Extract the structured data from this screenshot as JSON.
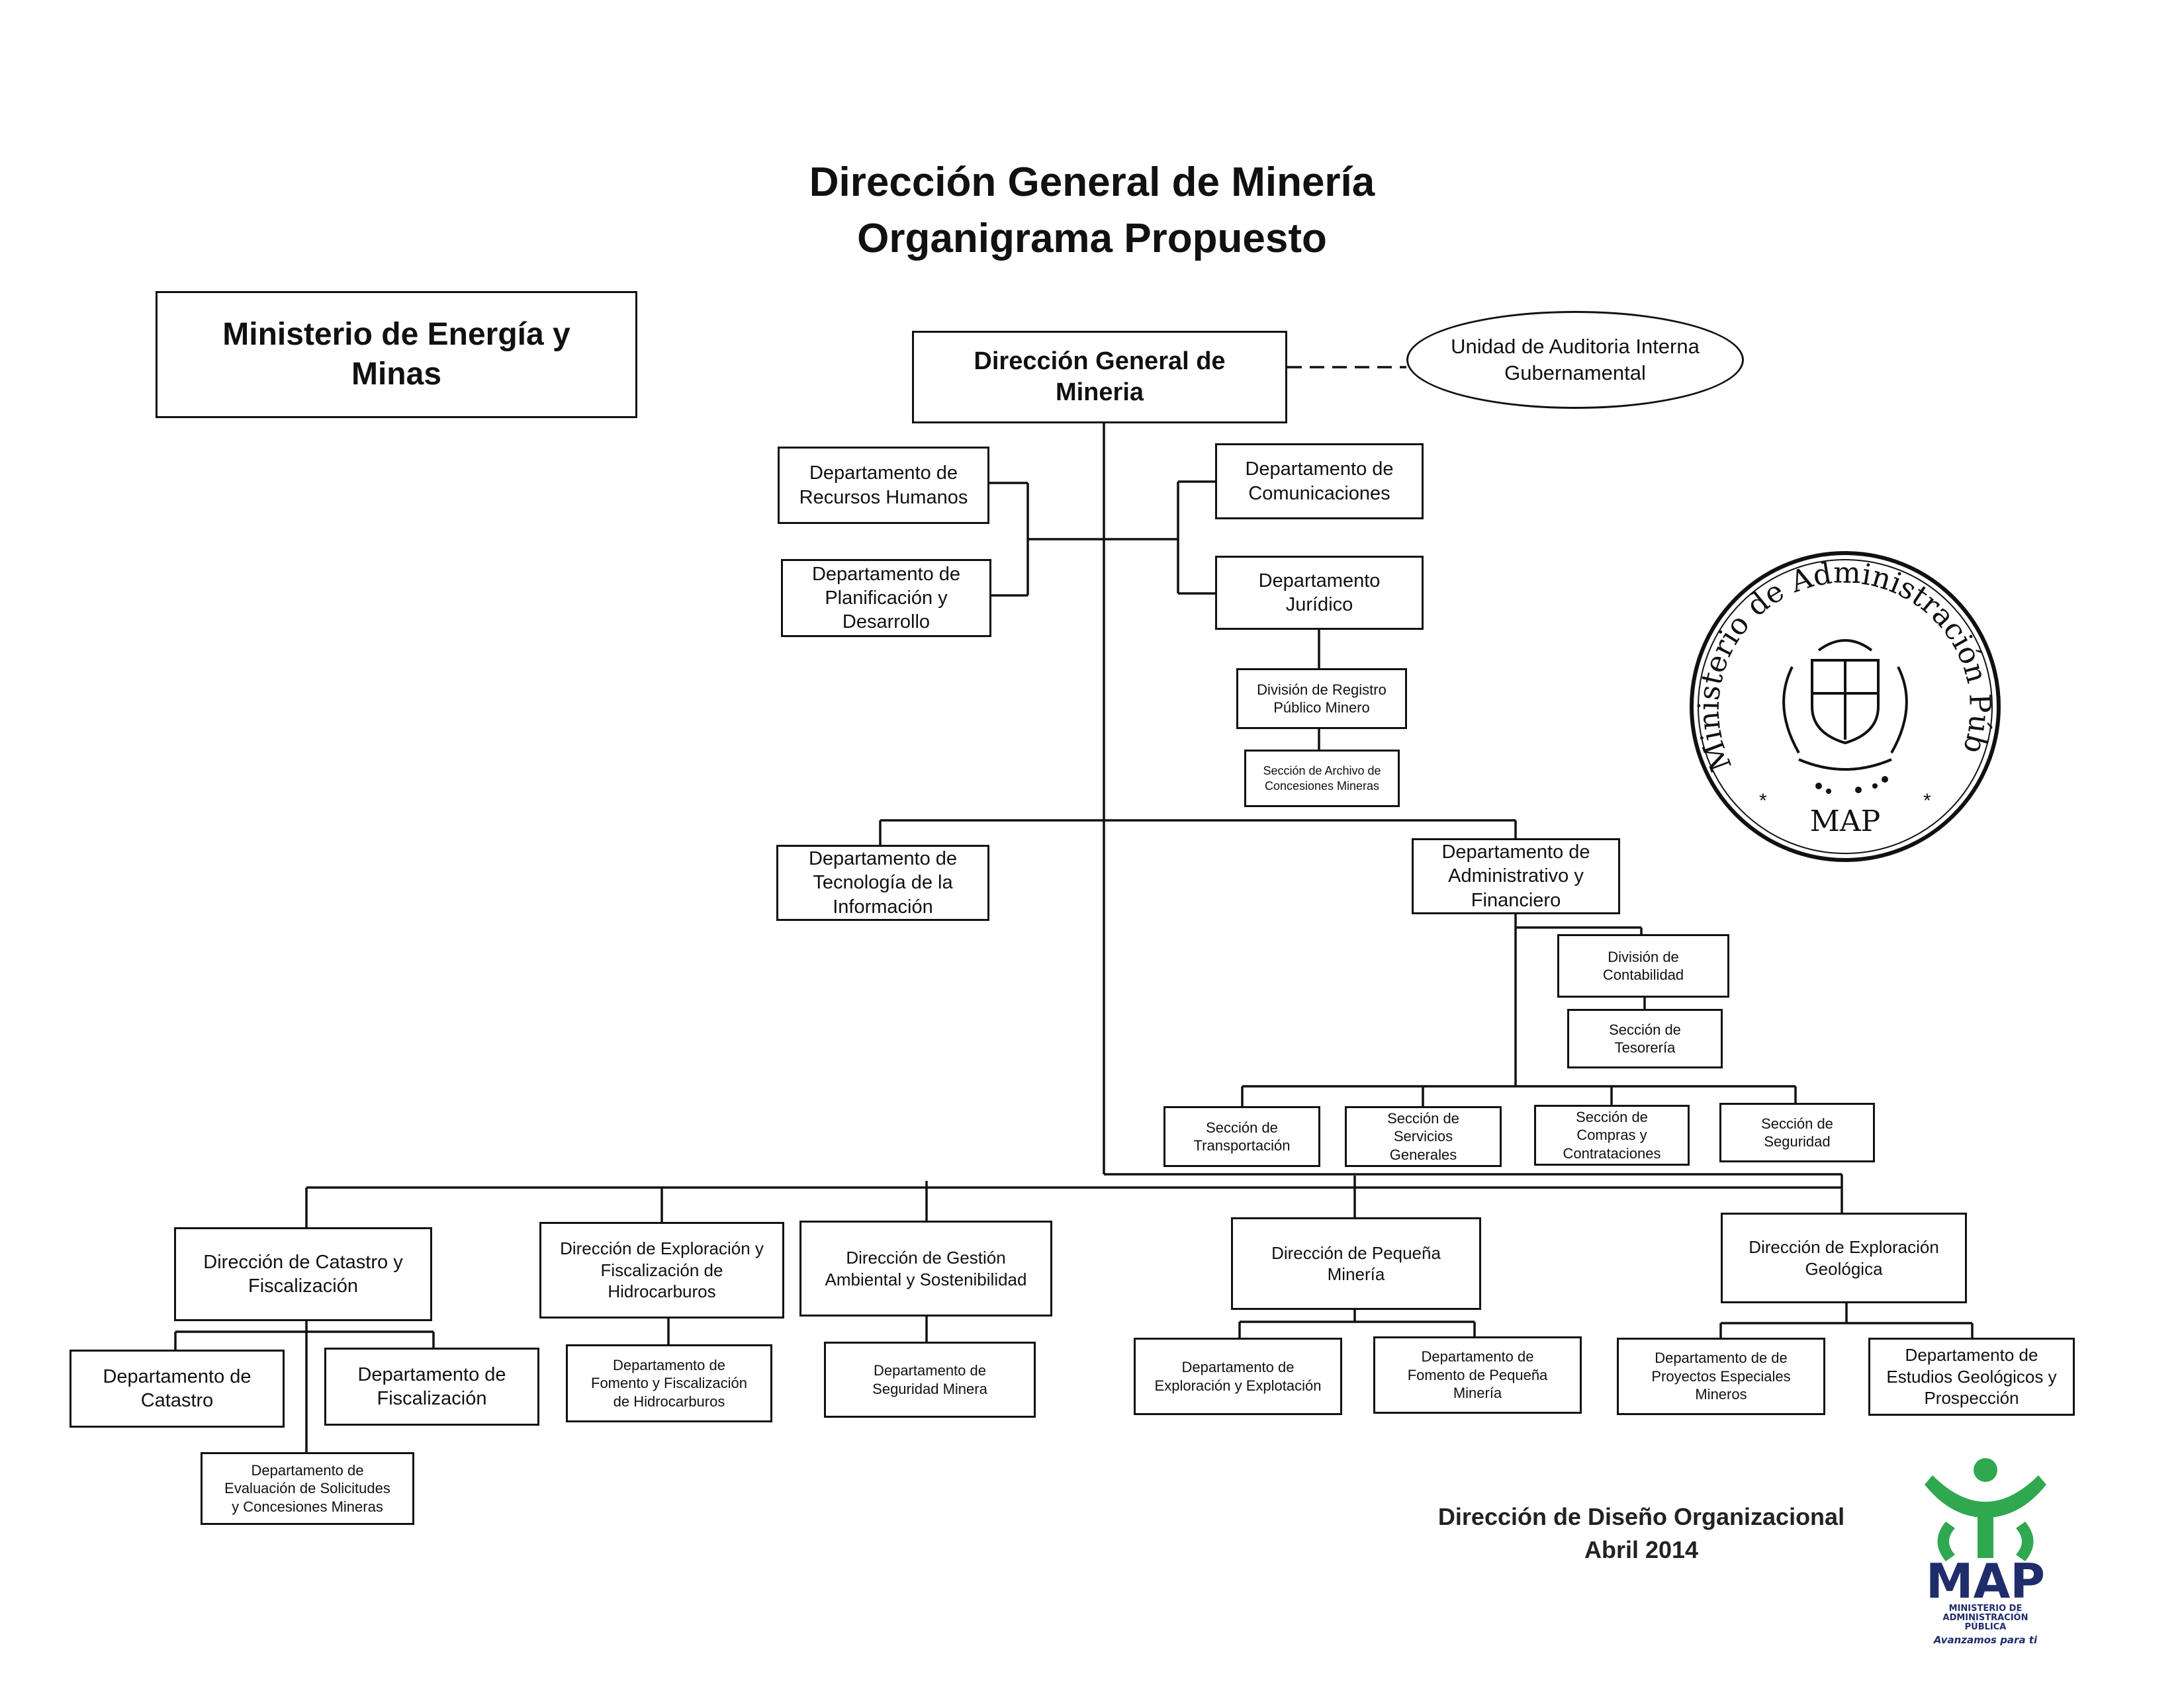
{
  "header": {
    "title_line1": "Dirección General de Minería",
    "title_line2": "Organigrama Propuesto"
  },
  "ministry": "Ministerio de Energía y\nMinas",
  "nodes": {
    "dgm": "Dirección General de\nMineria",
    "audit": "Unidad de Auditoria Interna\nGubernamental",
    "rrhh": "Departamento de\nRecursos Humanos",
    "planif": "Departamento de\nPlanificación y\nDesarrollo",
    "comunic": "Departamento de\nComunicaciones",
    "juridico": "Departamento\nJurídico",
    "registro": "División de Registro\nPúblico Minero",
    "archivo": "Sección de Archivo de\nConcesiones Mineras",
    "tic": "Departamento de\nTecnología de la\nInformación",
    "adminfin": "Departamento de\nAdministrativo y\nFinanciero",
    "contab": "División de\nContabilidad",
    "tesoreria": "Sección de\nTesorería",
    "transp": "Sección de\nTransportación",
    "servgen": "Sección de\nServicios\nGenerales",
    "compras": "Sección de\nCompras y\nContrataciones",
    "segur": "Sección de\nSeguridad",
    "catastro_dir": "Dirección de Catastro y\nFiscalización",
    "catastro_dep": "Departamento de\nCatastro",
    "fiscal_dep": "Departamento de\nFiscalización",
    "evaluacion": "Departamento de\nEvaluación de Solicitudes\ny Concesiones Mineras",
    "hidro_dir": "Dirección de Exploración y\nFiscalización de\nHidrocarburos",
    "hidro_dep": "Departamento de\nFomento y Fiscalización\nde Hidrocarburos",
    "ambiental_dir": "Dirección de Gestión\nAmbiental y Sostenibilidad",
    "segmin_dep": "Departamento de\nSeguridad Minera",
    "pequena_dir": "Dirección de Pequeña\nMinería",
    "explot_dep": "Departamento de\nExploración y Explotación",
    "fomento_dep": "Departamento de\nFomento de Pequeña\nMinería",
    "geo_dir": "Dirección de Exploración\nGeológica",
    "proyectos_dep": "Departamento de de\nProyectos Especiales\nMineros",
    "estudios_dep": "Departamento de\nEstudios Geológicos y\nProspección"
  },
  "footer": {
    "line1": "Dirección de Diseño Organizacional",
    "line2": "Abril 2014"
  },
  "stamp": {
    "arc_text": "Ministerio de Administración Pública",
    "center_text": "MAP"
  },
  "logo": {
    "acronym": "MAP",
    "line1": "MINISTERIO DE",
    "line2": "ADMINISTRACIÓN",
    "line3": "PÚBLICA",
    "tagline": "Avanzamos para ti",
    "colors": {
      "green": "#2fa84f",
      "navy": "#1f2d6b"
    }
  }
}
